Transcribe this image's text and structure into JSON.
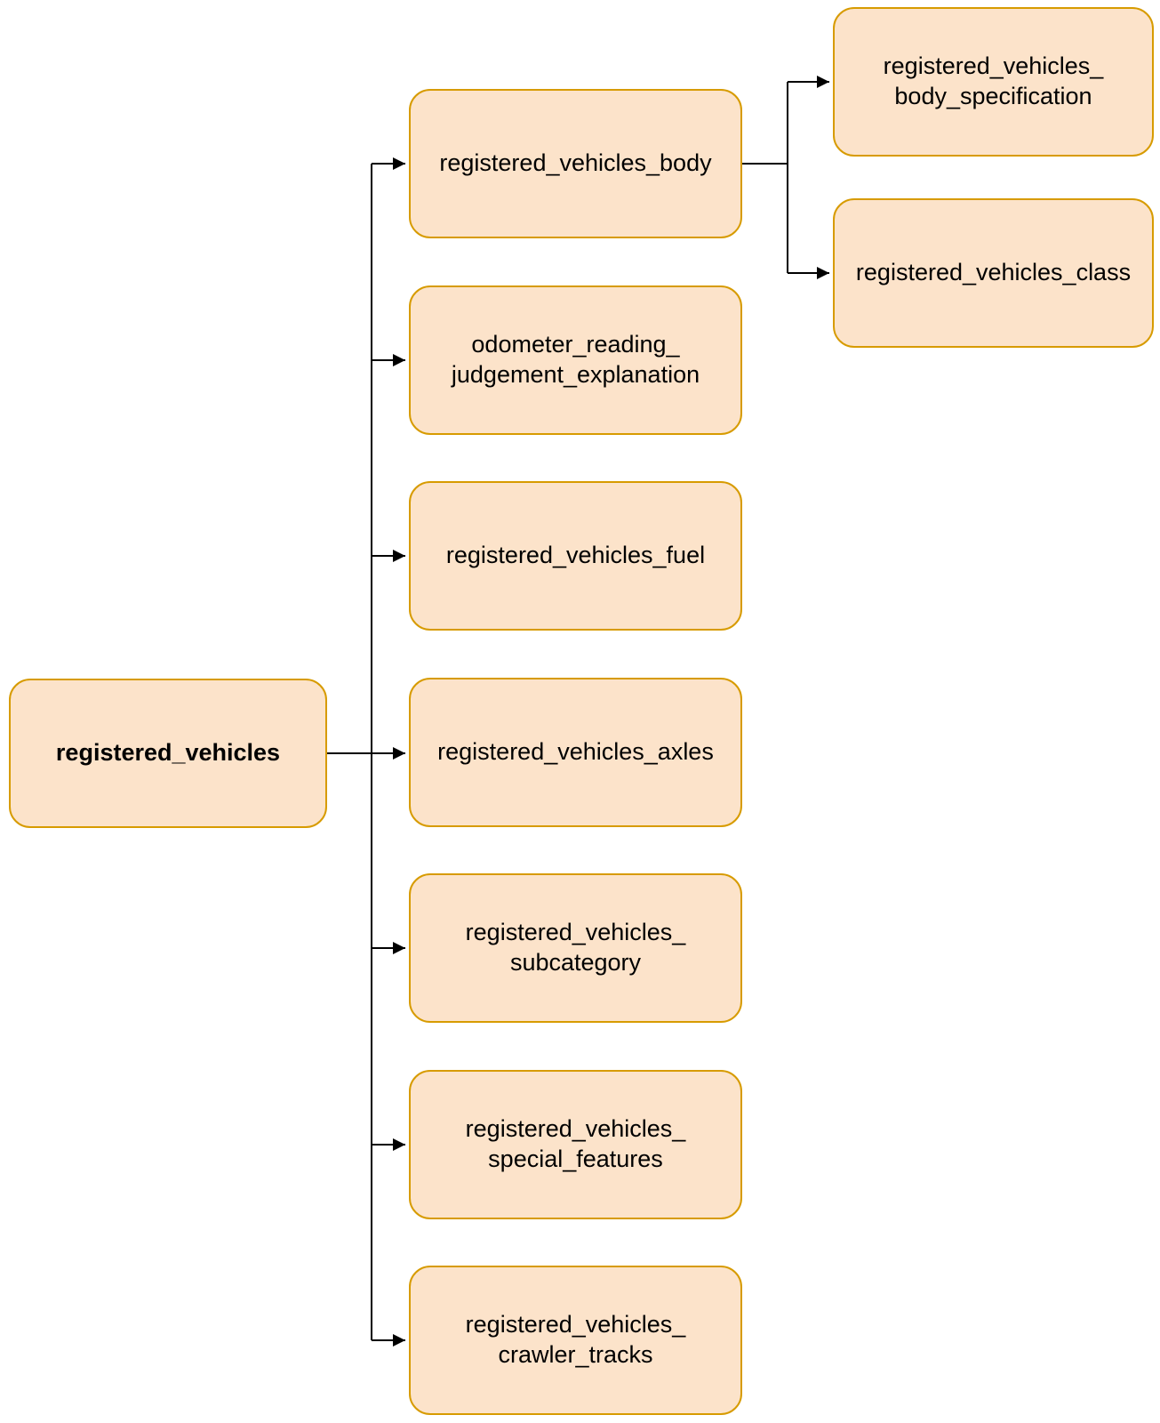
{
  "diagram": {
    "type": "tree",
    "colors": {
      "node_fill": "#FCE3CA",
      "node_stroke": "#D79B00",
      "connector": "#000000",
      "text": "#000000",
      "background": "#FFFFFF"
    },
    "nodes": {
      "root": {
        "label": "registered_vehicles"
      },
      "body": {
        "label": "registered_vehicles_body"
      },
      "odometer": {
        "label": "odometer_reading_\njudgement_explanation"
      },
      "fuel": {
        "label": "registered_vehicles_fuel"
      },
      "axles": {
        "label": "registered_vehicles_axles"
      },
      "subcategory": {
        "label": "registered_vehicles_\nsubcategory"
      },
      "special_features": {
        "label": "registered_vehicles_\nspecial_features"
      },
      "crawler_tracks": {
        "label": "registered_vehicles_\ncrawler_tracks"
      },
      "body_specification": {
        "label": "registered_vehicles_\nbody_specification"
      },
      "class": {
        "label": "registered_vehicles_class"
      }
    },
    "edges": [
      {
        "from": "registered_vehicles",
        "to": "registered_vehicles_body"
      },
      {
        "from": "registered_vehicles",
        "to": "odometer_reading_judgement_explanation"
      },
      {
        "from": "registered_vehicles",
        "to": "registered_vehicles_fuel"
      },
      {
        "from": "registered_vehicles",
        "to": "registered_vehicles_axles"
      },
      {
        "from": "registered_vehicles",
        "to": "registered_vehicles_subcategory"
      },
      {
        "from": "registered_vehicles",
        "to": "registered_vehicles_special_features"
      },
      {
        "from": "registered_vehicles",
        "to": "registered_vehicles_crawler_tracks"
      },
      {
        "from": "registered_vehicles_body",
        "to": "registered_vehicles_body_specification"
      },
      {
        "from": "registered_vehicles_body",
        "to": "registered_vehicles_class"
      }
    ]
  }
}
